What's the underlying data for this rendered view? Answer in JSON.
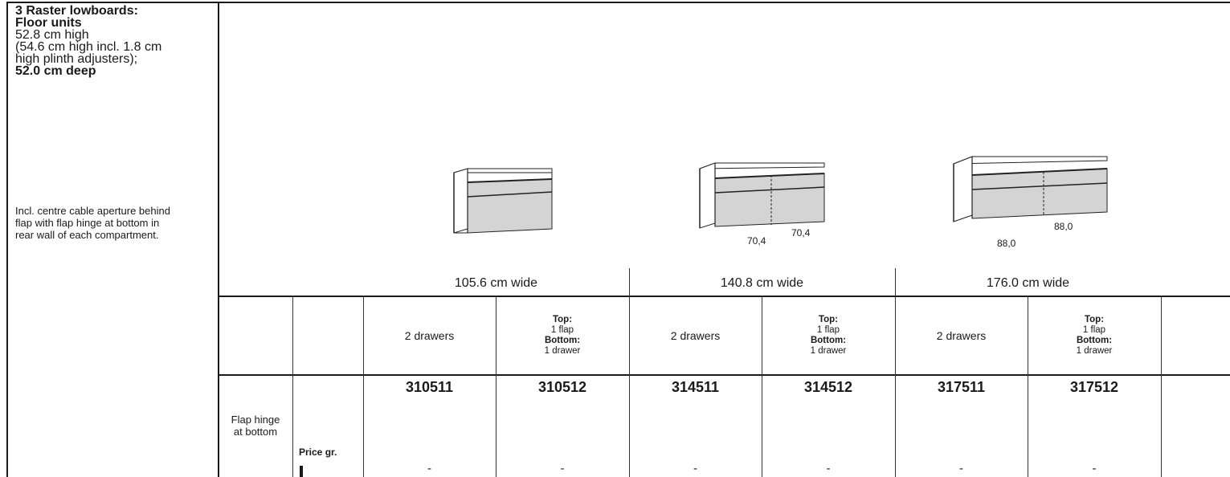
{
  "header": {
    "title_line1": "3 Raster lowboards:",
    "title_line2": "Floor units",
    "height_line": "52.8 cm high",
    "adjuster_line1": "(54.6 cm high incl. 1.8 cm",
    "adjuster_line2": "high plinth adjusters);",
    "depth_line": "52.0 cm deep",
    "note_line1": "Incl. centre cable aperture behind",
    "note_line2": "flap with flap hinge at bottom in",
    "note_line3": "rear wall of each compartment."
  },
  "drawings": {
    "mid_dims": [
      "70,4",
      "70,4"
    ],
    "large_dims": [
      "88,0",
      "88,0"
    ]
  },
  "widths": [
    "105.6 cm wide",
    "140.8 cm wide",
    "176.0 cm wide"
  ],
  "variants": {
    "simple": "2 drawers",
    "top_key": "Top:",
    "top_val": "1 flap",
    "bottom_key": "Bottom:",
    "bottom_val": "1 drawer"
  },
  "row": {
    "label_line1": "Flap hinge",
    "label_line2": "at bottom",
    "price_group": "Price gr.",
    "codes": [
      "310511",
      "310512",
      "314511",
      "314512",
      "317511",
      "317512"
    ],
    "prices": [
      "-",
      "-",
      "-",
      "-",
      "-",
      "-"
    ]
  }
}
